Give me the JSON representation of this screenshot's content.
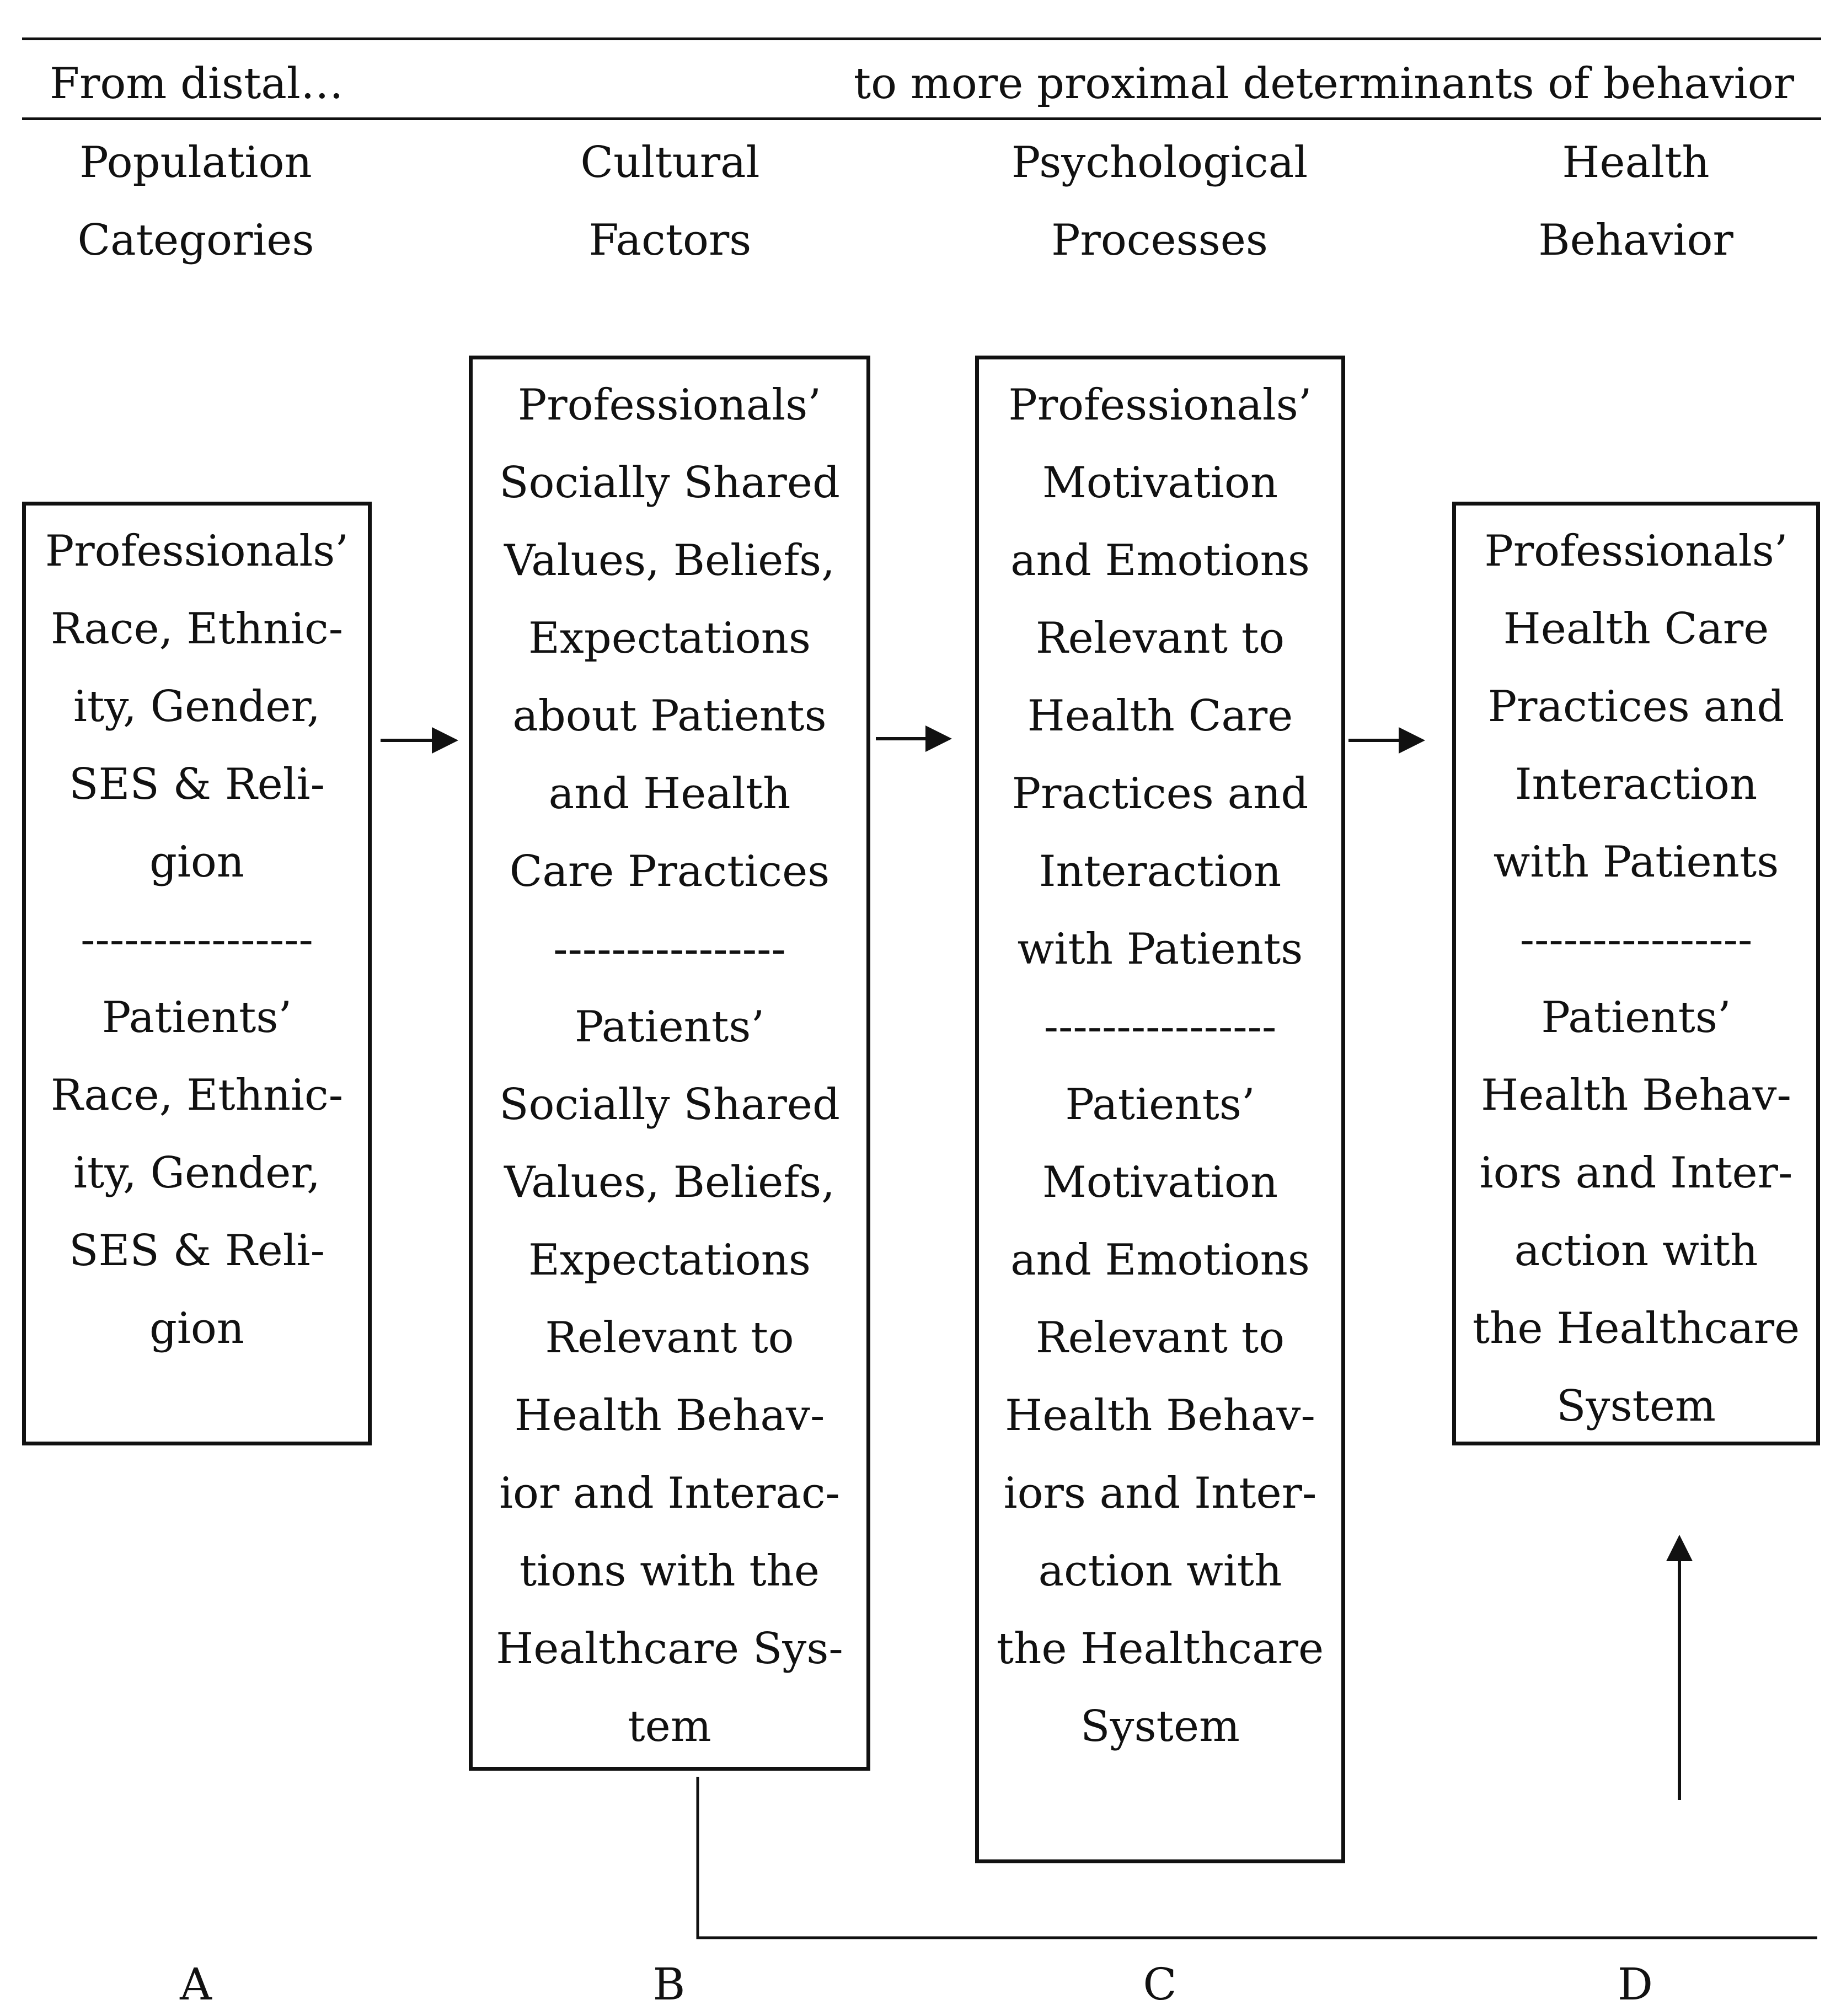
{
  "header": {
    "left": "From distal…",
    "right": "to more proximal determinants of behavior"
  },
  "columns": [
    {
      "title": [
        "Population",
        "Categories"
      ],
      "letter": "A"
    },
    {
      "title": [
        "Cultural",
        "Factors"
      ],
      "letter": "B"
    },
    {
      "title": [
        "Psychological",
        "Processes"
      ],
      "letter": "C"
    },
    {
      "title": [
        "Health",
        "Behavior"
      ],
      "letter": "D"
    }
  ],
  "boxes": {
    "a": [
      "Professionals’",
      "Race, Ethnic-",
      "ity, Gender,",
      "SES & Reli-",
      "gion",
      "----------------",
      "Patients’",
      "Race, Ethnic-",
      "ity, Gender,",
      "SES & Reli-",
      "gion"
    ],
    "b": [
      "Professionals’",
      "Socially Shared",
      "Values, Beliefs,",
      "Expectations",
      "about Patients",
      "and Health",
      "Care Practices",
      "----------------",
      "Patients’",
      "Socially Shared",
      "Values, Beliefs,",
      "Expectations",
      "Relevant to",
      "Health Behav-",
      "ior and Interac-",
      "tions with the",
      "Healthcare Sys-",
      "tem"
    ],
    "c": [
      "Professionals’",
      "Motivation",
      "and Emotions",
      "Relevant to",
      "Health Care",
      "Practices and",
      "Interaction",
      "with Patients",
      "----------------",
      "Patients’",
      "Motivation",
      "and Emotions",
      "Relevant to",
      "Health Behav-",
      "iors and Inter-",
      "action with",
      "the Healthcare",
      "System"
    ],
    "d": [
      "Professionals’",
      "Health Care",
      "Practices and",
      "Interaction",
      "with Patients",
      "----------------",
      "Patients’",
      "Health Behav-",
      "iors and Inter-",
      "action with",
      "the Healthcare",
      "System"
    ]
  }
}
